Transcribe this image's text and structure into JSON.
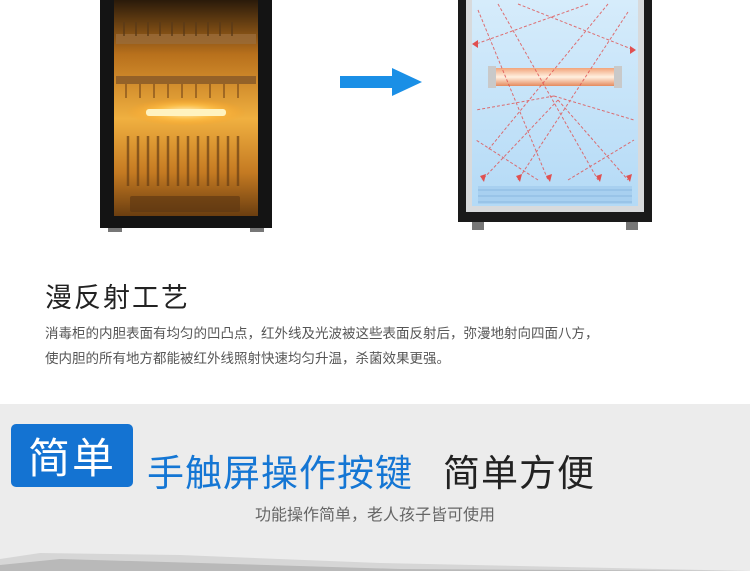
{
  "section1": {
    "title": "漫反射工艺",
    "desc_line1": "消毒柜的内胆表面有均匀的凹凸点，红外线及光波被这些表面反射后，弥漫地射向四面八方，",
    "desc_line2": "使内胆的所有地方都能被红外线照射快速均匀升温，杀菌效果更强。"
  },
  "section2": {
    "badge": "简单",
    "headline_blue": "手触屏操作按键",
    "headline_dark": "简单方便",
    "subtitle": "功能操作简单，老人孩子皆可使用"
  },
  "colors": {
    "accent_blue": "#1473d2",
    "arrow_blue": "#1a8fe6",
    "band_gray": "#ececec"
  },
  "icons": {
    "arrow": "right-arrow-icon"
  }
}
